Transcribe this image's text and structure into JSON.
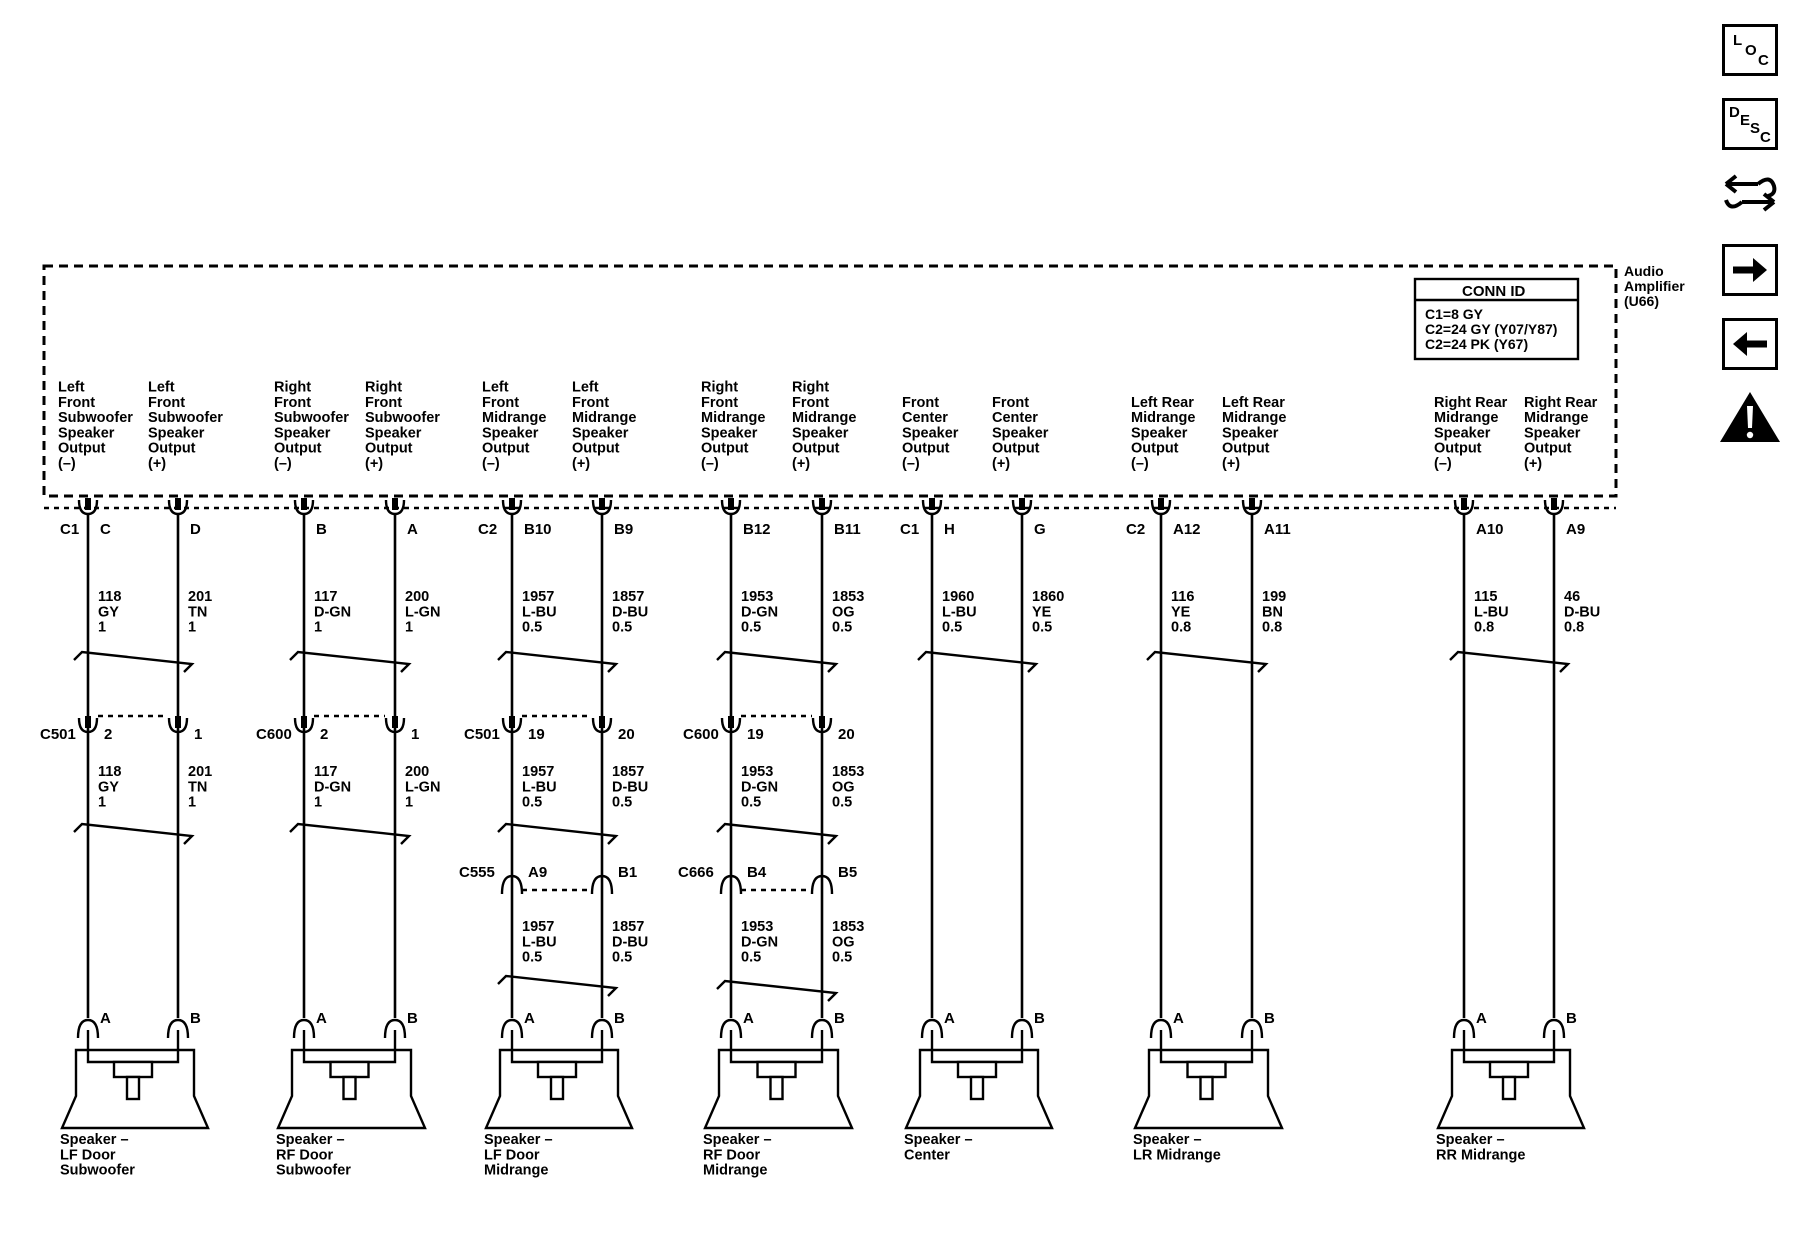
{
  "sidebar": {
    "loc_letters": [
      "L",
      "O",
      "C"
    ],
    "desc_letters": [
      "D",
      "E",
      "S",
      "C"
    ]
  },
  "amplifier": {
    "label": [
      "Audio",
      "Amplifier",
      "(U66)"
    ],
    "conn_id_title": "CONN ID",
    "conn_id_lines": [
      "C1=8 GY",
      "C2=24 GY (Y07/Y87)",
      "C2=24 PK (Y67)"
    ]
  },
  "outputs": [
    [
      "Left",
      "Front",
      "Subwoofer",
      "Speaker",
      "Output",
      "(–)"
    ],
    [
      "Left",
      "Front",
      "Subwoofer",
      "Speaker",
      "Output",
      "(+)"
    ],
    [
      "Right",
      "Front",
      "Subwoofer",
      "Speaker",
      "Output",
      "(–)"
    ],
    [
      "Right",
      "Front",
      "Subwoofer",
      "Speaker",
      "Output",
      "(+)"
    ],
    [
      "Left",
      "Front",
      "Midrange",
      "Speaker",
      "Output",
      "(–)"
    ],
    [
      "Left",
      "Front",
      "Midrange",
      "Speaker",
      "Output",
      "(+)"
    ],
    [
      "Right",
      "Front",
      "Midrange",
      "Speaker",
      "Output",
      "(–)"
    ],
    [
      "Right",
      "Front",
      "Midrange",
      "Speaker",
      "Output",
      "(+)"
    ],
    [
      "Front",
      "Center",
      "Speaker",
      "Output",
      "(–)"
    ],
    [
      "Front",
      "Center",
      "Speaker",
      "Output",
      "(+)"
    ],
    [
      "Left Rear",
      "Midrange",
      "Speaker",
      "Output",
      "(–)"
    ],
    [
      "Left Rear",
      "Midrange",
      "Speaker",
      "Output",
      "(+)"
    ],
    [
      "Right Rear",
      "Midrange",
      "Speaker",
      "Output",
      "(–)"
    ],
    [
      "Right Rear",
      "Midrange",
      "Speaker",
      "Output",
      "(+)"
    ]
  ],
  "top_pins": [
    "C",
    "D",
    "B",
    "A",
    "B10",
    "B9",
    "B12",
    "B11",
    "H",
    "G",
    "A12",
    "A11",
    "A10",
    "A9"
  ],
  "top_connectors": [
    "C1",
    "C2",
    "C1",
    "C2"
  ],
  "wires_top": [
    [
      "118",
      "GY",
      "1"
    ],
    [
      "201",
      "TN",
      "1"
    ],
    [
      "117",
      "D-GN",
      "1"
    ],
    [
      "200",
      "L-GN",
      "1"
    ],
    [
      "1957",
      "L-BU",
      "0.5"
    ],
    [
      "1857",
      "D-BU",
      "0.5"
    ],
    [
      "1953",
      "D-GN",
      "0.5"
    ],
    [
      "1853",
      "OG",
      "0.5"
    ],
    [
      "1960",
      "L-BU",
      "0.5"
    ],
    [
      "1860",
      "YE",
      "0.5"
    ],
    [
      "116",
      "YE",
      "0.8"
    ],
    [
      "199",
      "BN",
      "0.8"
    ],
    [
      "115",
      "L-BU",
      "0.8"
    ],
    [
      "46",
      "D-BU",
      "0.8"
    ]
  ],
  "mid_connectors": [
    {
      "name": "C501",
      "pins": [
        "2",
        "1"
      ]
    },
    {
      "name": "C600",
      "pins": [
        "2",
        "1"
      ]
    },
    {
      "name": "C501",
      "pins": [
        "19",
        "20"
      ]
    },
    {
      "name": "C600",
      "pins": [
        "19",
        "20"
      ]
    }
  ],
  "wires_mid": [
    [
      "118",
      "GY",
      "1"
    ],
    [
      "201",
      "TN",
      "1"
    ],
    [
      "117",
      "D-GN",
      "1"
    ],
    [
      "200",
      "L-GN",
      "1"
    ],
    [
      "1957",
      "L-BU",
      "0.5"
    ],
    [
      "1857",
      "D-BU",
      "0.5"
    ],
    [
      "1953",
      "D-GN",
      "0.5"
    ],
    [
      "1853",
      "OG",
      "0.5"
    ]
  ],
  "low_connectors": [
    {
      "name": "C555",
      "pins": [
        "A9",
        "B1"
      ]
    },
    {
      "name": "C666",
      "pins": [
        "B4",
        "B5"
      ]
    }
  ],
  "wires_low": [
    [
      "1957",
      "L-BU",
      "0.5"
    ],
    [
      "1857",
      "D-BU",
      "0.5"
    ],
    [
      "1953",
      "D-GN",
      "0.5"
    ],
    [
      "1853",
      "OG",
      "0.5"
    ]
  ],
  "speaker_pins": [
    "A",
    "B"
  ],
  "speakers": [
    [
      "Speaker –",
      "LF Door",
      "Subwoofer"
    ],
    [
      "Speaker –",
      "RF Door",
      "Subwoofer"
    ],
    [
      "Speaker –",
      "LF Door",
      "Midrange"
    ],
    [
      "Speaker –",
      "RF Door",
      "Midrange"
    ],
    [
      "Speaker –",
      "Center"
    ],
    [
      "Speaker –",
      "LR Midrange"
    ],
    [
      "Speaker –",
      "RR Midrange"
    ]
  ]
}
